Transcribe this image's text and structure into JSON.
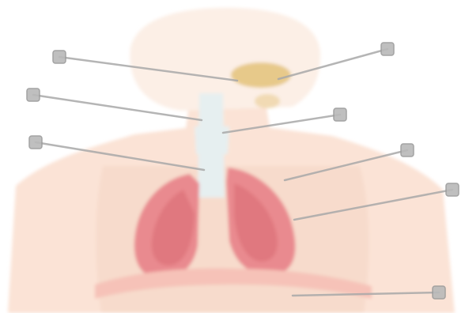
{
  "diagram": {
    "labels": [
      {
        "id": "label-1",
        "text": ""
      },
      {
        "id": "label-2",
        "text": ""
      },
      {
        "id": "label-3",
        "text": ""
      },
      {
        "id": "label-4",
        "text": ""
      },
      {
        "id": "label-5",
        "text": ""
      },
      {
        "id": "label-6",
        "text": ""
      },
      {
        "id": "label-7",
        "text": ""
      },
      {
        "id": "label-8",
        "text": ""
      }
    ],
    "colors": {
      "background": "#ffffff",
      "skin": "#fbe3d6",
      "skin_shadow": "#f1cbbb",
      "head": "#fcefe6",
      "nasal": "#e7c98a",
      "airway": "#e6eff0",
      "lung": "#e98a8f",
      "lung_dark": "#d86a73",
      "diaphragm": "#f6c2b8",
      "leader_line": "#a8a8a8",
      "marker_fill": "#b9b9b9",
      "marker_stroke": "#9a9a9a"
    }
  }
}
